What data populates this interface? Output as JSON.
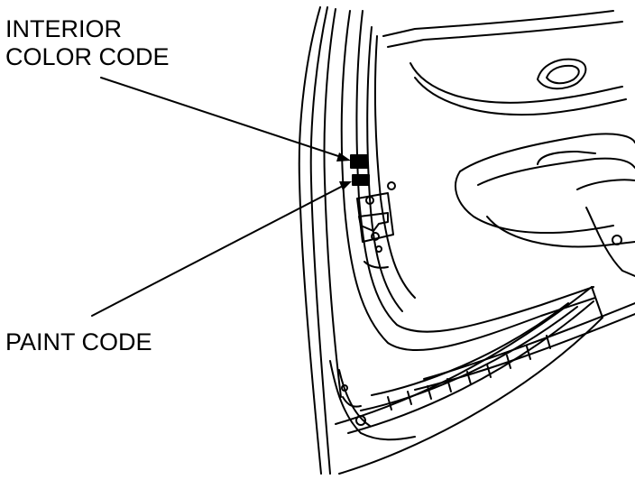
{
  "labels": {
    "interior_line1": "INTERIOR",
    "interior_line2": "COLOR CODE",
    "paint": "PAINT CODE"
  },
  "colors": {
    "ink": "#000000",
    "background": "#ffffff"
  }
}
